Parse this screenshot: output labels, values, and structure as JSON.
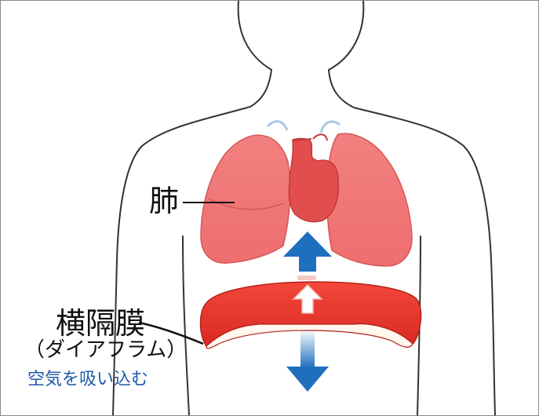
{
  "labels": {
    "lung": "肺",
    "diaphragm": "横隔膜",
    "diaphragm_alias": "（ダイアフラム）",
    "action": "空気を吸い込む"
  },
  "colors": {
    "lung": "#f07c7c",
    "lung_edge": "#d65858",
    "heart": "#e24e4e",
    "diaphragm": "#e52e25",
    "arrow_blue": "#1f6fbf",
    "action_text": "#1e5aa6"
  }
}
